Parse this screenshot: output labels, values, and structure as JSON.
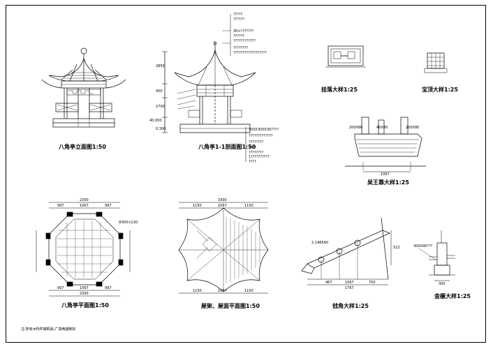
{
  "drawings": {
    "elevation": {
      "title": "八角亭立面图1:50"
    },
    "section": {
      "title": "八角亭1-1剖面图1:50",
      "dims_left": [
        "2850",
        "450",
        "2700",
        "40,000",
        "0.300"
      ],
      "callouts_top": [
        "?????",
        "??????",
        "30×???????",
        "??????",
        "????????????",
        "????????",
        "??????????????????"
      ],
      "callouts_bottom": [
        "300X300X30????",
        "?????????????",
        "????????",
        "????",
        "????????",
        "1??????????",
        "????"
      ]
    },
    "lattice_detail": {
      "title": "挂落大样1:25"
    },
    "finial_detail": {
      "title": "宝顶大样1:25"
    },
    "railing_detail": {
      "title": "吴王靠大样1:25",
      "dims_top": [
        "200X80",
        "40X80",
        "200X80"
      ],
      "dim_bottom": "1067"
    },
    "plan": {
      "title": "八角亭平面图1:50",
      "dims_top": [
        "2300",
        "997",
        "1067",
        "997"
      ],
      "dims_bottom": [
        "997",
        "1067",
        "997",
        "2300"
      ],
      "label": "Φ300×220"
    },
    "roof": {
      "title": "屋架、屋面平面图1:50",
      "dims_top": [
        "3300",
        "1150",
        "1067",
        "1150"
      ],
      "dims_bottom": [
        "1150",
        "1067",
        "1150"
      ]
    },
    "eave": {
      "title": "戗角大样1:25",
      "dims": [
        "467",
        "1067",
        "700",
        "1767"
      ],
      "label": "2.1485A0",
      "height": "522"
    },
    "column": {
      "title": "金檩大样1:25",
      "label": "300X40???",
      "dims": [
        "300"
      ]
    }
  },
  "note": "注:所有木构件做桐油,广漆两遍刷好."
}
